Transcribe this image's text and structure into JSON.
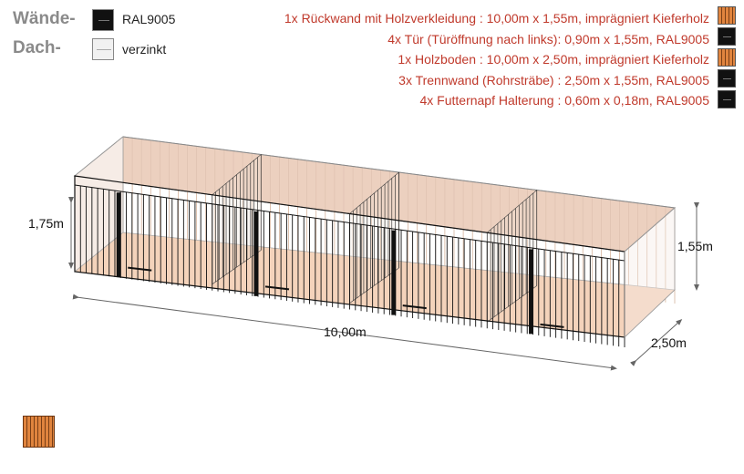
{
  "legend": {
    "walls": {
      "label": "Wände-",
      "color_name": "RAL9005"
    },
    "roof": {
      "label": "Dach-",
      "color_name": "verzinkt"
    }
  },
  "parts": [
    {
      "text": "1x Rückwand mit Holzverkleidung : 10,00m x 1,55m, imprägniert Kieferholz",
      "swatch": "wood"
    },
    {
      "text": "4x Tür (Türöffnung nach links): 0,90m x 1,55m, RAL9005",
      "swatch": "black"
    },
    {
      "text": "1x Holzboden : 10,00m x 2,50m, imprägniert Kieferholz",
      "swatch": "wood"
    },
    {
      "text": "3x Trennwand (Rohrsträbe) : 2,50m x 1,55m, RAL9005",
      "swatch": "black"
    },
    {
      "text": "4x Futternapf Halterung : 0,60m x 0,18m, RAL9005",
      "swatch": "black"
    }
  ],
  "dimensions": {
    "total_height": "1,75m",
    "wall_height": "1,55m",
    "length": "10,00m",
    "depth": "2,50m"
  },
  "colors": {
    "parts_text": "#c0392b",
    "wood": "#e0843e",
    "ral9005": "#111111"
  }
}
